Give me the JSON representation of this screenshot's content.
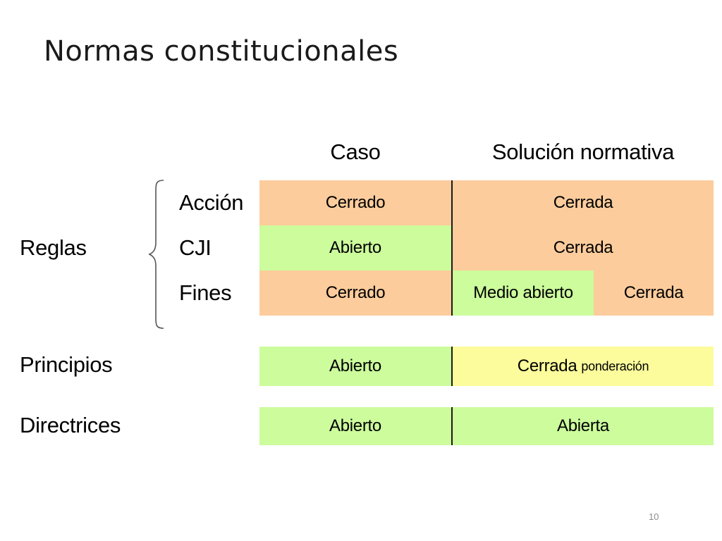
{
  "title": "Normas constitucionales",
  "headers": {
    "caso": "Caso",
    "solucion": "Solución normativa"
  },
  "groups": {
    "reglas": "Reglas",
    "principios": "Principios",
    "directrices": "Directrices"
  },
  "rules": {
    "accion": {
      "label": "Acción",
      "caso": "Cerrado",
      "solucion": "Cerrada"
    },
    "cji": {
      "label": "CJI",
      "caso": "Abierto",
      "solucion": "Cerrada"
    },
    "fines": {
      "label": "Fines",
      "caso": "Cerrado",
      "solucion_a": "Medio abierto",
      "solucion_b": "Cerrada"
    }
  },
  "principios_row": {
    "caso": "Abierto",
    "solucion": "Cerrada",
    "solucion_note": "ponderación"
  },
  "directrices_row": {
    "caso": "Abierto",
    "solucion": "Abierta"
  },
  "page_number": "10",
  "colors": {
    "closed": "#fccc9c",
    "open": "#ccfc9c",
    "weighted": "#fcfc9c"
  }
}
